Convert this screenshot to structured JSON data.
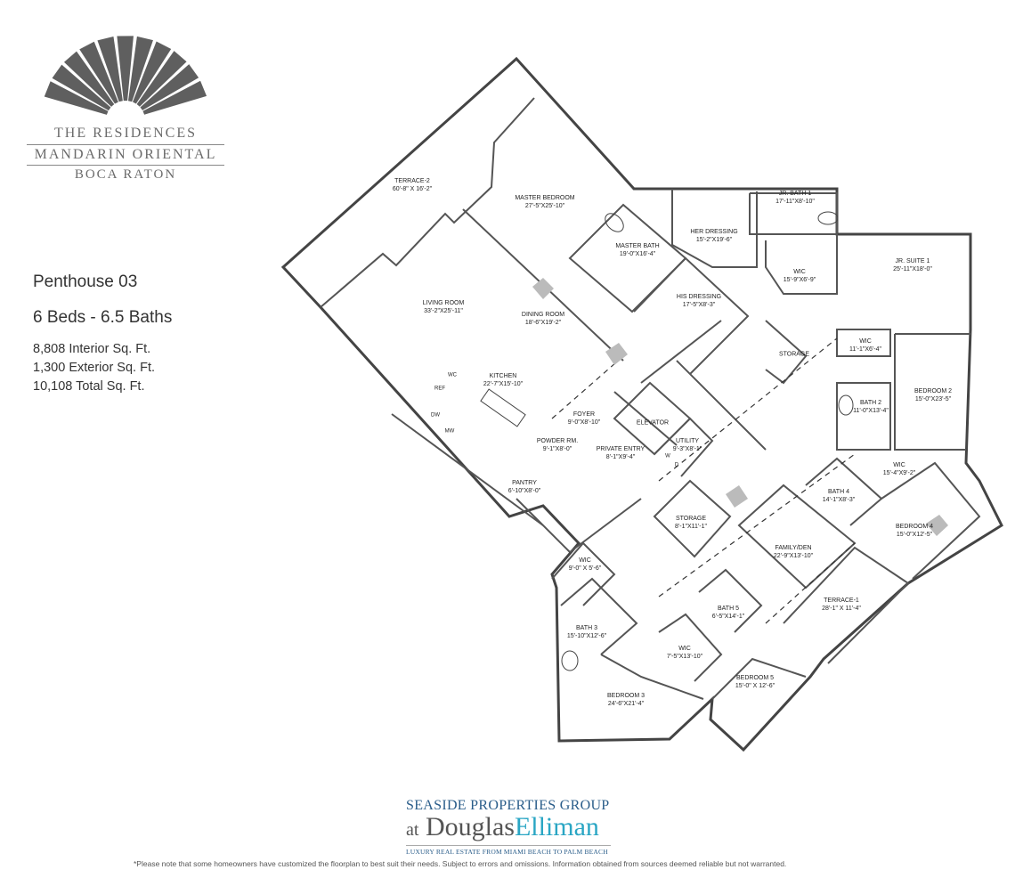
{
  "logo": {
    "line1": "THE RESIDENCES",
    "line2": "MANDARIN ORIENTAL",
    "line3": "BOCA RATON",
    "color": "#5f5f5f"
  },
  "unit": {
    "name": "Penthouse 03",
    "beds_baths": "6 Beds - 6.5 Baths",
    "interior": "8,808 Interior Sq. Ft.",
    "exterior": "1,300 Exterior Sq. Ft.",
    "total": "10,108 Total Sq. Ft."
  },
  "rooms": [
    {
      "name": "TERRACE-2",
      "dims": "60'-8\" X 16'-2\""
    },
    {
      "name": "MASTER BEDROOM",
      "dims": "27'-5\"X25'-10\""
    },
    {
      "name": "MASTER BATH",
      "dims": "19'-0\"X16'-4\""
    },
    {
      "name": "HER DRESSING",
      "dims": "15'-2\"X19'-6\""
    },
    {
      "name": "JR. BATH 1",
      "dims": "17'-11\"X8'-10\""
    },
    {
      "name": "JR. SUITE 1",
      "dims": "25'-11\"X18'-0\""
    },
    {
      "name": "WIC",
      "dims": "15'-9\"X6'-9\""
    },
    {
      "name": "HIS DRESSING",
      "dims": "17'-5\"X8'-3\""
    },
    {
      "name": "LIVING ROOM",
      "dims": "33'-2\"X25'-11\""
    },
    {
      "name": "DINING ROOM",
      "dims": "18'-6\"X19'-2\""
    },
    {
      "name": "STORAGE",
      "dims": ""
    },
    {
      "name": "WIC",
      "dims": "11'-1\"X6'-4\""
    },
    {
      "name": "KITCHEN",
      "dims": "22'-7\"X15'-10\""
    },
    {
      "name": "BEDROOM 2",
      "dims": "15'-0\"X23'-5\""
    },
    {
      "name": "BATH 2",
      "dims": "11'-0\"X13'-4\""
    },
    {
      "name": "FOYER",
      "dims": "9'-0\"X8'-10\""
    },
    {
      "name": "ELEVATOR",
      "dims": ""
    },
    {
      "name": "POWDER RM.",
      "dims": "9'-1\"X8'-0\""
    },
    {
      "name": "PRIVATE ENTRY",
      "dims": "8'-1\"X9'-4\""
    },
    {
      "name": "UTILITY",
      "dims": "9'-3\"X8'-1\""
    },
    {
      "name": "PANTRY",
      "dims": "6'-10\"X8'-0\""
    },
    {
      "name": "WIC",
      "dims": "15'-4\"X9'-2\""
    },
    {
      "name": "BATH 4",
      "dims": "14'-1\"X8'-3\""
    },
    {
      "name": "STORAGE",
      "dims": "8'-1\"X11'-1\""
    },
    {
      "name": "BEDROOM 4",
      "dims": "15'-0\"X12'-5\""
    },
    {
      "name": "FAMILY/DEN",
      "dims": "22'-9\"X13'-10\""
    },
    {
      "name": "WIC",
      "dims": "9'-0\" X 5'-6\""
    },
    {
      "name": "BATH 5",
      "dims": "6'-5\"X14'-1\""
    },
    {
      "name": "TERRACE-1",
      "dims": "28'-1\" X 11'-4\""
    },
    {
      "name": "BATH 3",
      "dims": "15'-10\"X12'-6\""
    },
    {
      "name": "WIC",
      "dims": "7'-5\"X13'-10\""
    },
    {
      "name": "BEDROOM 5",
      "dims": "15'-0\" X 12'-6\""
    },
    {
      "name": "BEDROOM 3",
      "dims": "24'-6\"X21'-4\""
    }
  ],
  "fixture_labels": {
    "ref": "REF",
    "wc": "WC",
    "dw": "DW",
    "mw": "MW",
    "washer": "W",
    "dryer": "D"
  },
  "footer": {
    "line1": "SEASIDE PROPERTIES GROUP",
    "at": "at",
    "douglas": "Douglas",
    "elliman": "Elliman",
    "tagline": "LUXURY REAL ESTATE FROM MIAMI BEACH TO PALM BEACH",
    "accent": "#2aa6c4",
    "disclaimer": "*Please note that some homeowners have customized the floorplan to best suit their needs. Subject to errors and omissions. Information obtained from sources deemed reliable but not warranted."
  }
}
